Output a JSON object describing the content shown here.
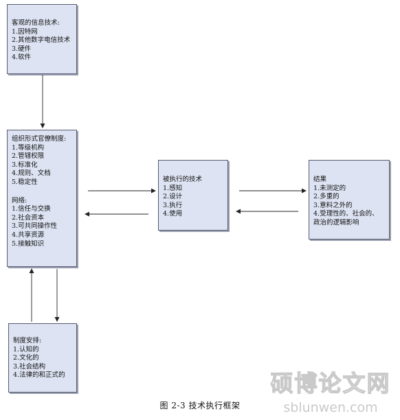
{
  "diagram": {
    "info_tech": {
      "title": "客观的信息技术:",
      "items": [
        "1.因特网",
        "2.其他数字电信技术",
        "3.硬件",
        "4.软件"
      ]
    },
    "org_forms": {
      "bureaucracy_title": "组织形式官僚制度:",
      "bureaucracy_items": [
        "1.等级机构",
        "2.管辖权限",
        "3.标准化",
        "4.规则、文档",
        "5.稳定性"
      ],
      "network_title": "网络:",
      "network_items": [
        "1.信任与交换",
        "2.社会资本",
        "3.可共同操作性",
        "4.共享资源",
        "5.接触知识"
      ]
    },
    "enacted_tech": {
      "title": "被执行的技术",
      "items": [
        "1.感知",
        "2.设计",
        "3.执行",
        "4.使用"
      ]
    },
    "outcomes": {
      "title": "结果",
      "items": [
        "1.未测定的",
        "2.多重的",
        "3.意料之外的",
        "4.受理性的、社会的、",
        "政治的逻辑影响"
      ]
    },
    "institutional": {
      "title": "制度安排:",
      "items": [
        "1.认知的",
        "2.文化的",
        "3.社会结构",
        "4.法律的和正式的"
      ]
    },
    "caption": "图 2-3 技术执行框架"
  },
  "watermark": {
    "cn": "硕博论文网",
    "en": "sblunwen.com"
  },
  "colors": {
    "box_fill": "#dde3f2",
    "box_border": "#555b6e",
    "arrow": "#222222",
    "watermark": "#c9c9c9"
  }
}
